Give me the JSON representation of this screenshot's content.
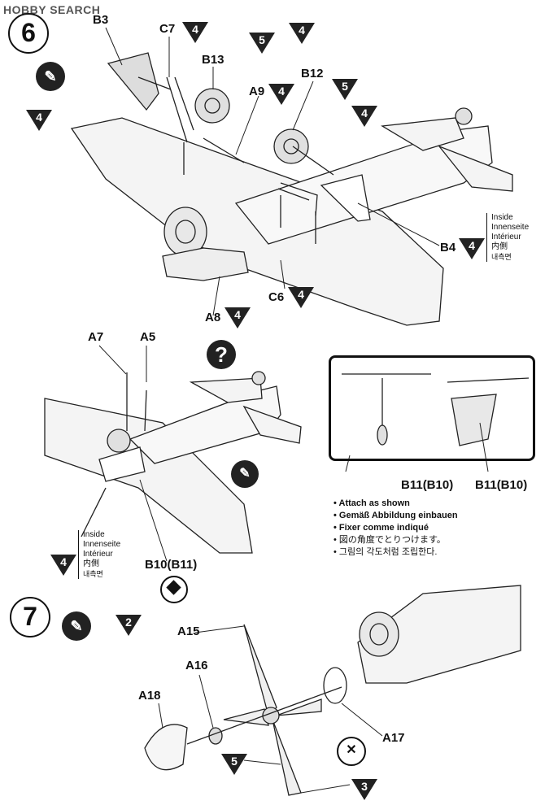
{
  "watermark": "HOBBY SEARCH",
  "steps": {
    "step6": "6",
    "step7": "7"
  },
  "triangles": {
    "t1": "4",
    "t2": "4",
    "t3": "4",
    "t4": "4",
    "t5": "4",
    "t6": "4",
    "t7": "4",
    "t8": "4",
    "t9": "4",
    "t10": "2",
    "t11": "5",
    "t12": "3"
  },
  "circles5": {
    "c1": "5",
    "c2": "5"
  },
  "parts": {
    "B3": "B3",
    "C7": "C7",
    "B13": "B13",
    "A9": "A9",
    "B12": "B12",
    "B4": "B4",
    "C6": "C6",
    "A8": "A8",
    "A7": "A7",
    "A5": "A5",
    "B10B11": "B10(B11)",
    "B11B10a": "B11(B10)",
    "B11B10b": "B11(B10)",
    "A15": "A15",
    "A16": "A16",
    "A18": "A18",
    "A17": "A17"
  },
  "inside_note": {
    "en": "Inside",
    "de": "Innenseite",
    "fr": "Intérieur",
    "jp": "内側",
    "kr": "내측면"
  },
  "instructions": [
    "• Attach as shown",
    "• Gemäß Abbildung einbauen",
    "• Fixer comme indiqué",
    "• 図の角度でとりつけます。",
    "• 그림의 각도처럼 조립한다."
  ],
  "question_icon": "?"
}
